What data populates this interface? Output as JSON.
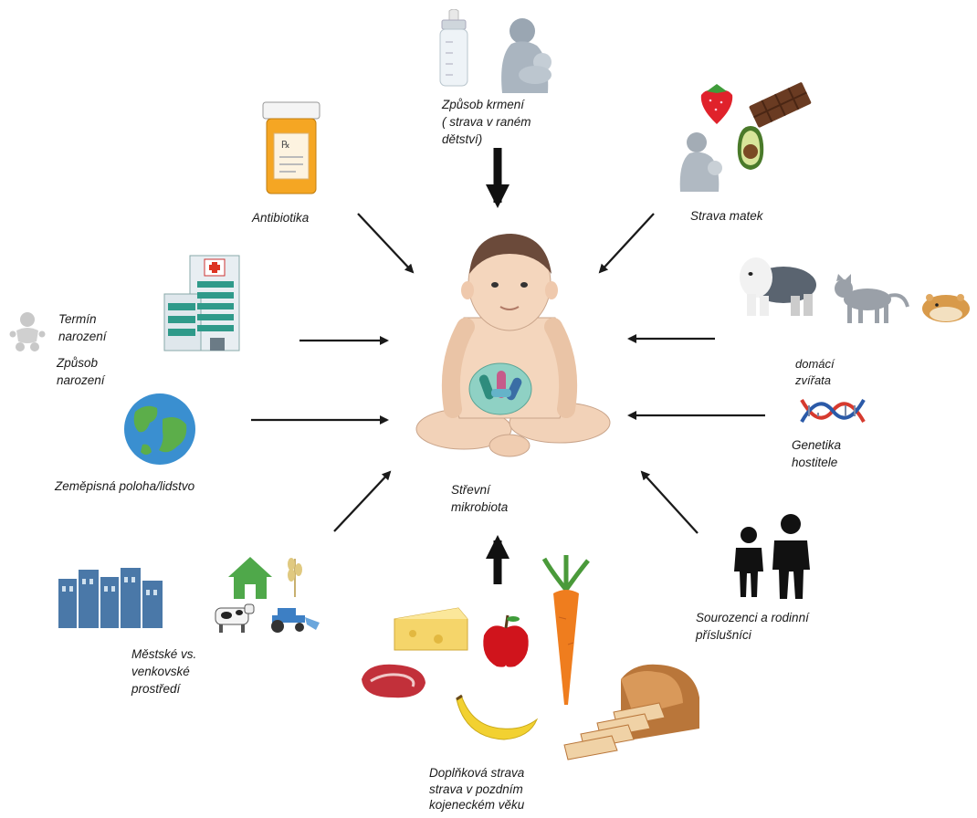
{
  "center": {
    "line1": "Střevní",
    "line2": "mikrobiota"
  },
  "factors": {
    "feeding": {
      "line1": "Způsob krmení",
      "line2": "( strava v raném",
      "line3": "dětství)"
    },
    "maternal_diet": {
      "label": "Strava matek"
    },
    "antibiotics": {
      "label": "Antibiotika"
    },
    "birth_term": {
      "line1": "Termín",
      "line2": "narození"
    },
    "birth_mode": {
      "line1": "Způsob",
      "line2": "narození"
    },
    "pets": {
      "line1": "domácí",
      "line2": "zvířata"
    },
    "genetics": {
      "line1": "Genetika",
      "line2": "hostitele"
    },
    "geography": {
      "label": "Zeměpisná poloha/lidstvo"
    },
    "environment": {
      "line1": "Městské vs.",
      "line2": "venkovské",
      "line3": "prostředí"
    },
    "siblings": {
      "line1": "Sourozenci a rodinní",
      "line2": "příslušníci"
    },
    "complementary": {
      "line1": "Doplňková strava",
      "line2": "strava v pozdním",
      "line3": "kojeneckém věku"
    }
  },
  "icons": {
    "bottle": "baby-bottle-icon",
    "mother": "breastfeeding-mother-icon",
    "pills": "pill-bottle-icon",
    "strawberry": "strawberry-icon",
    "chocolate": "chocolate-bar-icon",
    "avocado": "avocado-icon",
    "hospital": "hospital-icon",
    "earth": "globe-icon",
    "dna": "dna-icon",
    "people": "siblings-icon",
    "carrot": "carrot-icon",
    "apple": "apple-icon"
  },
  "colors": {
    "arrow": "#1a1a1a",
    "pill_bottle": "#f5a623",
    "globe_ocean": "#3a8fd0",
    "globe_land": "#5cae4a",
    "dna_red": "#d63a2f",
    "dna_blue": "#2b5aa8",
    "house": "#4fa84a",
    "city": "#4a78a8"
  }
}
